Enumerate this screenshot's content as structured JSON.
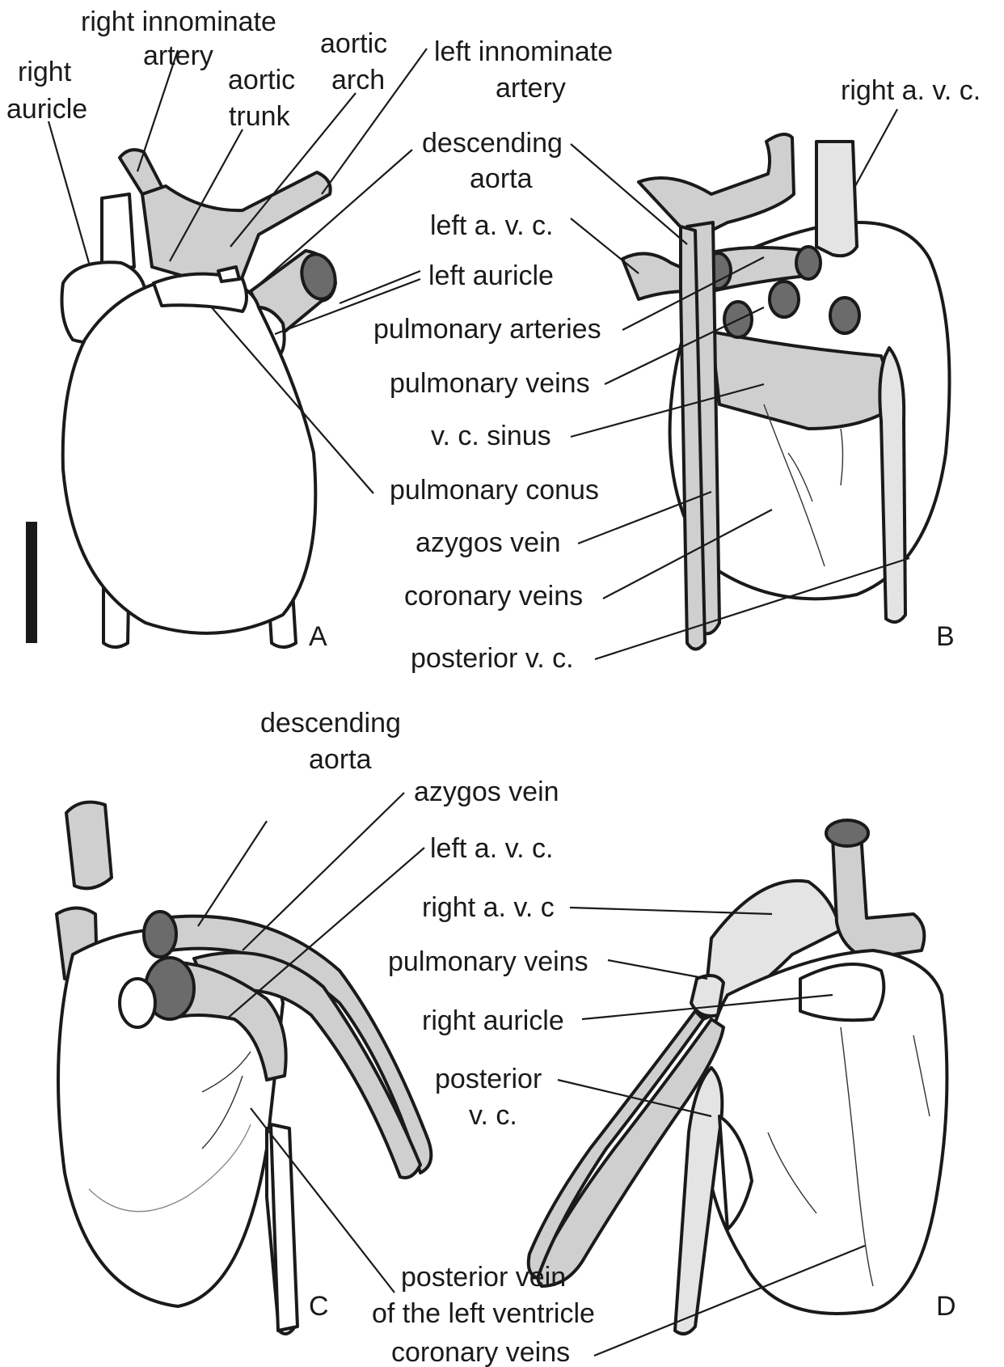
{
  "panels": {
    "a": "A",
    "b": "B",
    "c": "C",
    "d": "D"
  },
  "labels_a": {
    "right_innominate_1": "right innominate",
    "right_innominate_2": "artery",
    "right_auricle_1": "right",
    "right_auricle_2": "auricle",
    "aortic_trunk_1": "aortic",
    "aortic_trunk_2": "trunk",
    "aortic_arch_1": "aortic",
    "aortic_arch_2": "arch",
    "left_innominate_1": "left innominate",
    "left_innominate_2": "artery"
  },
  "labels_mid": {
    "descending_aorta_1": "descending",
    "descending_aorta_2": "aorta",
    "left_avc": "left a. v. c.",
    "left_auricle": "left auricle",
    "pulmonary_arteries": "pulmonary arteries",
    "pulmonary_veins": "pulmonary veins",
    "vc_sinus": "v. c. sinus",
    "pulmonary_conus": "pulmonary conus",
    "azygos_vein": "azygos vein",
    "coronary_veins": "coronary veins",
    "posterior_vc": "posterior v. c."
  },
  "labels_b": {
    "right_avc": "right a. v. c."
  },
  "labels_c": {
    "descending_aorta_1": "descending",
    "descending_aorta_2": "aorta",
    "azygos_vein": "azygos vein",
    "left_avc": "left a. v. c.",
    "posterior_vein_1": "posterior vein",
    "posterior_vein_2": "of the left ventricle"
  },
  "labels_d": {
    "right_avc": "right a. v. c",
    "pulmonary_veins": "pulmonary veins",
    "right_auricle": "right auricle",
    "posterior_vc_1": "posterior",
    "posterior_vc_2": "v. c.",
    "coronary_veins": "coronary veins"
  }
}
